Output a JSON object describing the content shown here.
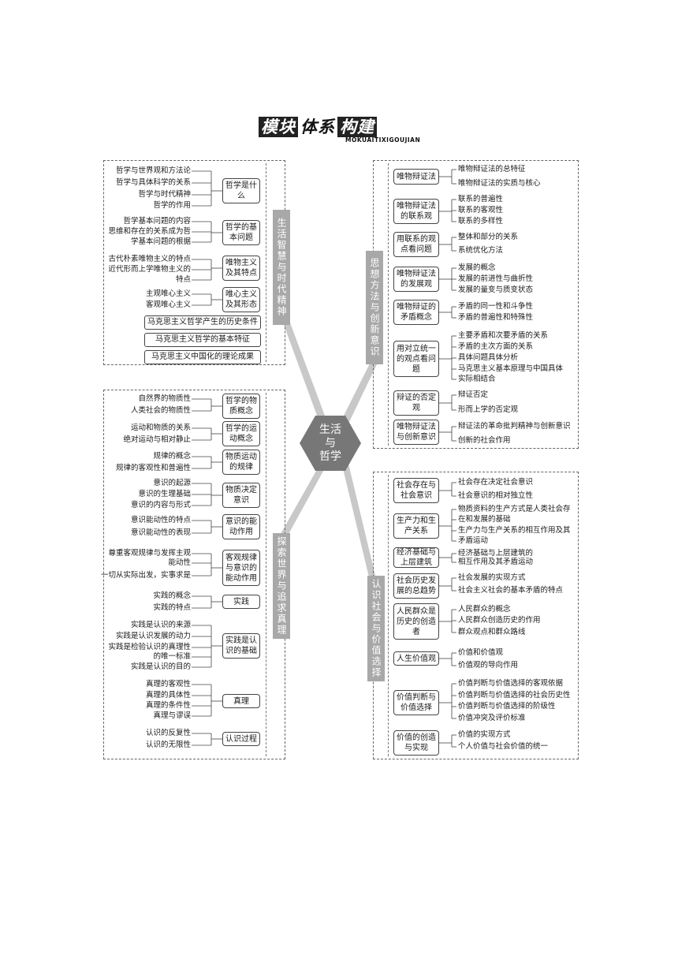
{
  "title": {
    "part1": "模块",
    "part2": "体系",
    "part3": "构建",
    "subtitle": "MOKUAITIXIGOUJIAN"
  },
  "center": {
    "line1": "生活",
    "line2": "与",
    "line3": "哲学"
  },
  "units": {
    "u1": "生活智慧与时代精神",
    "u2": "探索世界与追求真理",
    "u3": "思想方法与创新意识",
    "u4": "认识社会与价值选择"
  },
  "q1": {
    "groups": [
      {
        "node": "哲学是什么",
        "items": [
          "哲学与世界观和方法论",
          "哲学与具体科学的关系",
          "哲学与时代精神",
          "哲学的作用"
        ]
      },
      {
        "node": "哲学的基本问题",
        "items": [
          "哲学基本问题的内容",
          "思维和存在的关系成为哲",
          "学基本问题的根据"
        ]
      },
      {
        "node": "唯物主义及其特点",
        "items": [
          "古代朴素唯物主义的特点",
          "近代形而上学唯物主义的",
          "特点"
        ]
      },
      {
        "node": "唯心主义及其形态",
        "items": [
          "主观唯心主义",
          "客观唯心主义"
        ]
      }
    ],
    "wide": [
      "马克思主义哲学产生的历史条件",
      "马克思主义哲学的基本特征",
      "马克思主义中国化的理论成果"
    ]
  },
  "q2": {
    "groups": [
      {
        "node": "哲学的物质概念",
        "items": [
          "自然界的物质性",
          "人类社会的物质性"
        ]
      },
      {
        "node": "哲学的运动概念",
        "items": [
          "运动和物质的关系",
          "绝对运动与相对静止"
        ]
      },
      {
        "node": "物质运动的规律",
        "items": [
          "规律的概念",
          "规律的客观性和普遍性"
        ]
      },
      {
        "node": "物质决定意识",
        "items": [
          "意识的起源",
          "意识的生理基础",
          "意识的内容与形式"
        ]
      },
      {
        "node": "意识的能动作用",
        "items": [
          "意识能动性的特点",
          "意识能动性的表现"
        ]
      },
      {
        "node": "客观规律与意识的能动作用",
        "items": [
          "尊重客观规律与发挥主观",
          "能动性",
          "一切从实际出发，实事求是"
        ]
      },
      {
        "node": "实践",
        "items": [
          "实践的概念",
          "实践的特点"
        ]
      },
      {
        "node": "实践是认识的基础",
        "items": [
          "实践是认识的来源",
          "实践是认识发展的动力",
          "实践是检验认识的真理性",
          "的唯一标准",
          "实践是认识的目的"
        ]
      },
      {
        "node": "真理",
        "items": [
          "真理的客观性",
          "真理的具体性",
          "真理的条件性",
          "真理与谬误"
        ]
      },
      {
        "node": "认识过程",
        "items": [
          "认识的反复性",
          "认识的无限性"
        ]
      }
    ]
  },
  "q3": {
    "groups": [
      {
        "node": "唯物辩证法",
        "items": [
          "唯物辩证法的总特征",
          "唯物辩证法的实质与核心"
        ]
      },
      {
        "node": "唯物辩证法的联系观",
        "items": [
          "联系的普遍性",
          "联系的客观性",
          "联系的多样性"
        ]
      },
      {
        "node": "用联系的观点看问题",
        "items": [
          "整体和部分的关系",
          "系统优化方法"
        ]
      },
      {
        "node": "唯物辩证法的发展观",
        "items": [
          "发展的概念",
          "发展的前进性与曲折性",
          "发展的量变与质变状态"
        ]
      },
      {
        "node": "唯物辩证的矛盾概念",
        "items": [
          "矛盾的同一性和斗争性",
          "矛盾的普遍性和特殊性"
        ]
      },
      {
        "node": "用对立统一的观点看问题",
        "items": [
          "主要矛盾和次要矛盾的关系",
          "矛盾的主次方面的关系",
          "具体问题具体分析",
          "马克思主义基本原理与中国具体",
          "实际相结合"
        ]
      },
      {
        "node": "辩证的否定观",
        "items": [
          "辩证否定",
          "形而上学的否定观"
        ]
      },
      {
        "node": "唯物辩证法与创新意识",
        "items": [
          "辩证法的革命批判精神与创新意识",
          "创新的社会作用"
        ]
      }
    ]
  },
  "q4": {
    "groups": [
      {
        "node": "社会存在与社会意识",
        "items": [
          "社会存在决定社会意识",
          "社会意识的相对独立性"
        ]
      },
      {
        "node": "生产力和生产关系",
        "items": [
          "物质资料的生产方式是人类社会存",
          "在和发展的基础",
          "生产力与生产关系的相互作用及其",
          "矛盾运动"
        ]
      },
      {
        "node": "经济基础与上层建筑",
        "items": [
          "经济基础与上层建筑的",
          "相互作用及其矛盾运动"
        ]
      },
      {
        "node": "社会历史发展的总趋势",
        "items": [
          "社会发展的实现方式",
          "社会主义社会的基本矛盾的特点"
        ]
      },
      {
        "node": "人民群众是历史的创造者",
        "items": [
          "人民群众的概念",
          "人民群众创造历史的作用",
          "群众观点和群众路线"
        ]
      },
      {
        "node": "人生价值观",
        "items": [
          "价值和价值观",
          "价值观的导向作用"
        ]
      },
      {
        "node": "价值判断与价值选择",
        "items": [
          "价值判断与价值选择的客观依据",
          "价值判断与价值选择的社会历史性",
          "价值判断与价值选择的阶级性",
          "价值冲突及评价标准"
        ]
      },
      {
        "node": "价值的创造与实现",
        "items": [
          "价值的实现方式",
          "个人价值与社会价值的统一"
        ]
      }
    ]
  }
}
